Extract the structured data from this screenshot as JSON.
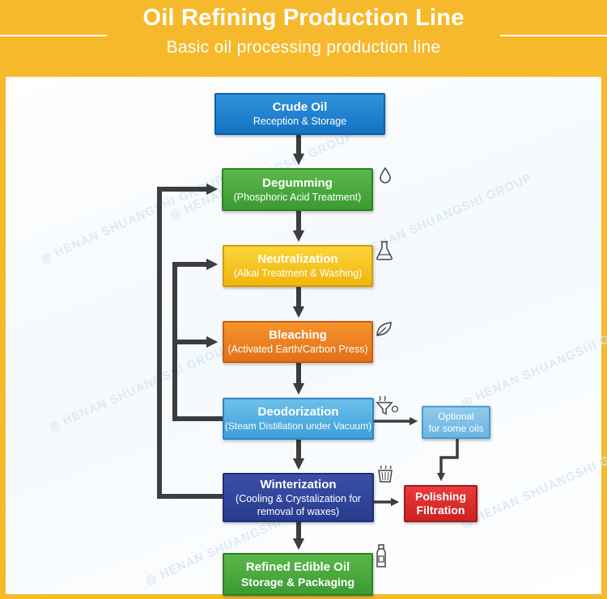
{
  "header": {
    "title": "Oil Refining Production Line",
    "subtitle": "Basic oil processing production line"
  },
  "watermark": "HENAN SHUANGSHI GROUP",
  "steps": [
    {
      "id": "crude",
      "title": "Crude Oil",
      "subtitle": "Reception & Storage",
      "color": "#1f82cf"
    },
    {
      "id": "degumming",
      "title": "Degumming",
      "subtitle": "(Phosphoric Acid Treatment)",
      "color": "#4aa93e",
      "icon": "water-drop-icon"
    },
    {
      "id": "neutralization",
      "title": "Neutralization",
      "subtitle": "(Alkai Treatment & Washing)",
      "color": "#f6c61f",
      "icon": "flask-icon"
    },
    {
      "id": "bleaching",
      "title": "Bleaching",
      "subtitle": "(Activated Earth/Carbon Press)",
      "color": "#ec8224",
      "icon": "leaf-icon"
    },
    {
      "id": "deodorization",
      "title": "Deodorization",
      "subtitle": "(Steam Distillation under Vacuum)",
      "color": "#56b0e2",
      "icon": "steam-filter-icon"
    },
    {
      "id": "winterization",
      "title": "Winterization",
      "subtitle_line1": "(Cooling & Crystalization for",
      "subtitle_line2": "removal of waxes)",
      "color": "#31469c",
      "icon": "basket-icon"
    },
    {
      "id": "refined",
      "title": "Refined Edible Oil",
      "subtitle": "Storage & Packaging",
      "color": "#4aa93e",
      "icon": "bottle-icon"
    }
  ],
  "side": {
    "optional": {
      "line1": "Optional",
      "line2": "for some oils",
      "color": "#7dbfe6"
    },
    "polishing": {
      "line1": "Polishing",
      "line2": "Filtration",
      "color": "#dd2f2f"
    }
  },
  "colors": {
    "header_bg": "#f7b92c",
    "arrow": "#3d3d3d"
  }
}
